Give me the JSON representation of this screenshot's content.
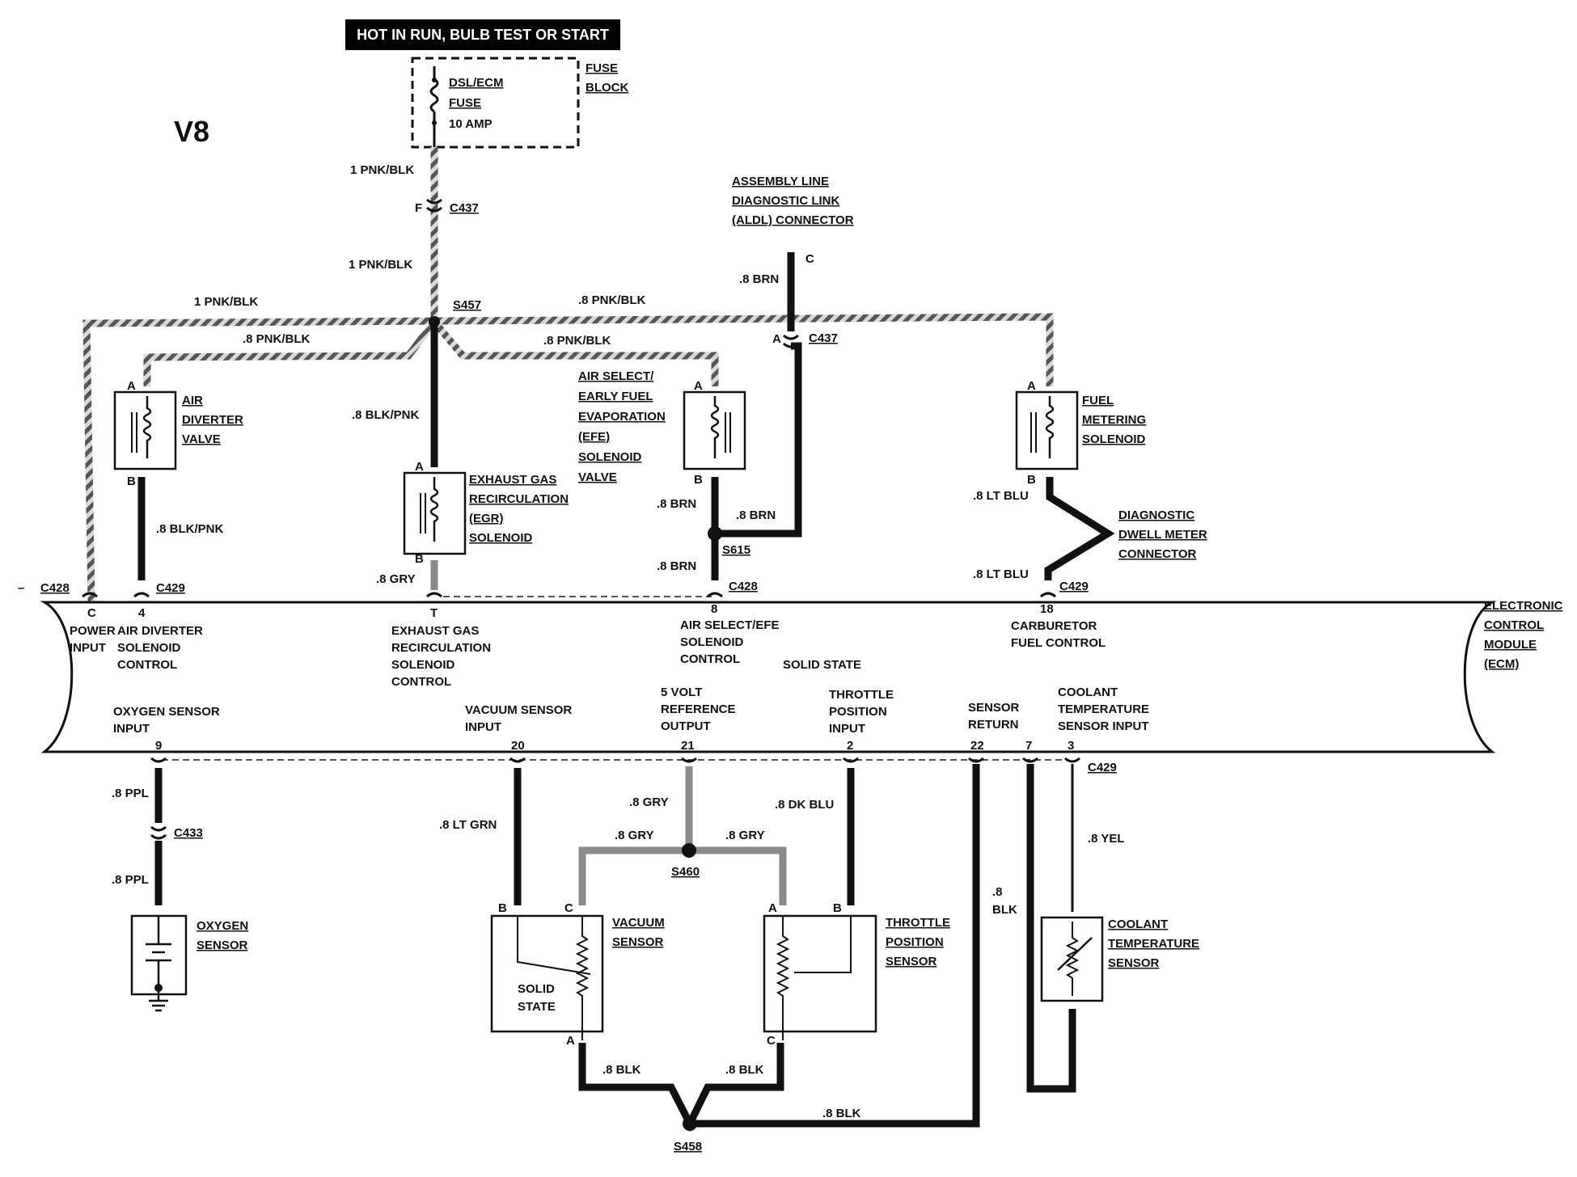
{
  "banner": "HOT IN RUN,   BULB TEST OR START",
  "engine_label": "V8",
  "fuse_block": {
    "fuse_name_1": "DSL/ECM",
    "fuse_name_2": "FUSE",
    "rating": "10 AMP",
    "block_1": "FUSE",
    "block_2": "BLOCK"
  },
  "aldl": {
    "line1": "ASSEMBLY LINE",
    "line2": "DIAGNOSTIC LINK",
    "line3": "(ALDL) CONNECTOR"
  },
  "wires": {
    "w1": "1 PNK/BLK",
    "w2": "1 PNK/BLK",
    "w3": "1 PNK/BLK",
    "w4": ".8 PNK/BLK",
    "w5": ".8 PNK/BLK",
    "w6": ".8 PNK/BLK",
    "w7": ".8 BRN",
    "w8": ".8 BLK/PNK",
    "w9": ".8 BLK/PNK",
    "w10": ".8 BRN",
    "w11": ".8 BRN",
    "w12": ".8 BRN",
    "w13": ".8 LT BLU",
    "w14": ".8 LT BLU",
    "w15": ".8 GRY",
    "w16": ".8 PPL",
    "w17": ".8 PPL",
    "w18": ".8 LT GRN",
    "w19": ".8 GRY",
    "w20": ".8 GRY",
    "w21": ".8 GRY",
    "w22": ".8 DK BLU",
    "w23": ".8 YEL",
    "w24a": ".8",
    "w24b": "BLK",
    "w25": ".8 BLK",
    "w26": ".8 BLK",
    "w27": ".8 BLK"
  },
  "connectors": {
    "c437a": "C437",
    "c437b": "C437",
    "c428a": "C428",
    "c428b": "C428",
    "c429a": "C429",
    "c429b": "C429",
    "c429c": "C429",
    "c433": "C433"
  },
  "splices": {
    "s457": "S457",
    "s615": "S615",
    "s460": "S460",
    "s458": "S458"
  },
  "pins": {
    "F": "F",
    "A1": "A",
    "C1": "C",
    "A2": "A",
    "B2": "B",
    "A3": "A",
    "B3": "B",
    "A4": "A",
    "B4": "B",
    "A5": "A",
    "B5": "B",
    "vsB": "B",
    "vsC": "C",
    "vsA": "A",
    "tpA": "A",
    "tpB": "B",
    "tpC": "C"
  },
  "components": {
    "air_diverter": [
      "AIR",
      "DIVERTER",
      "VALVE"
    ],
    "egr": [
      "EXHAUST GAS",
      "RECIRCULATION",
      "(EGR)",
      "SOLENOID"
    ],
    "efe": [
      "AIR SELECT/",
      "EARLY FUEL",
      "EVAPORATION",
      "(EFE)",
      "SOLENOID",
      "VALVE"
    ],
    "fuel_metering": [
      "FUEL",
      "METERING",
      "SOLENOID"
    ],
    "dwell": [
      "DIAGNOSTIC",
      "DWELL METER",
      "CONNECTOR"
    ],
    "oxygen": [
      "OXYGEN",
      "SENSOR"
    ],
    "vacuum": [
      "VACUUM",
      "SENSOR"
    ],
    "vacuum_inner": [
      "SOLID",
      "STATE"
    ],
    "throttle": [
      "THROTTLE",
      "POSITION",
      "SENSOR"
    ],
    "coolant": [
      "COOLANT",
      "TEMPERATURE",
      "SENSOR"
    ]
  },
  "ecm": {
    "title": [
      "ELECTRONIC",
      "CONTROL",
      "MODULE",
      "(ECM)"
    ],
    "solid_state": "SOLID STATE",
    "top_pins": [
      {
        "num": "C",
        "label": [
          "POWER",
          "INPUT"
        ]
      },
      {
        "num": "4",
        "label": [
          "AIR DIVERTER",
          "SOLENOID",
          "CONTROL"
        ]
      },
      {
        "num": "T",
        "label": [
          "EXHAUST GAS",
          "RECIRCULATION",
          "SOLENOID",
          "CONTROL"
        ]
      },
      {
        "num": "8",
        "label": [
          "AIR SELECT/EFE",
          "SOLENOID",
          "CONTROL"
        ]
      },
      {
        "num": "18",
        "label": [
          "CARBURETOR",
          "FUEL CONTROL"
        ]
      }
    ],
    "bottom_pins": [
      {
        "num": "9",
        "label": [
          "OXYGEN SENSOR",
          "INPUT"
        ]
      },
      {
        "num": "20",
        "label": [
          "VACUUM SENSOR",
          "INPUT"
        ]
      },
      {
        "num": "21",
        "label": [
          "5 VOLT",
          "REFERENCE",
          "OUTPUT"
        ]
      },
      {
        "num": "2",
        "label": [
          "THROTTLE",
          "POSITION",
          "INPUT"
        ]
      },
      {
        "num": "22",
        "label": [
          "SENSOR",
          "RETURN"
        ]
      },
      {
        "num": "7",
        "label": []
      },
      {
        "num": "3",
        "label": [
          "COOLANT",
          "TEMPERATURE",
          "SENSOR INPUT"
        ]
      }
    ]
  },
  "colors": {
    "line": "#111111",
    "hatched": "#777777",
    "gray_wire": "#8a8a8a",
    "banner_bg": "#000000"
  }
}
